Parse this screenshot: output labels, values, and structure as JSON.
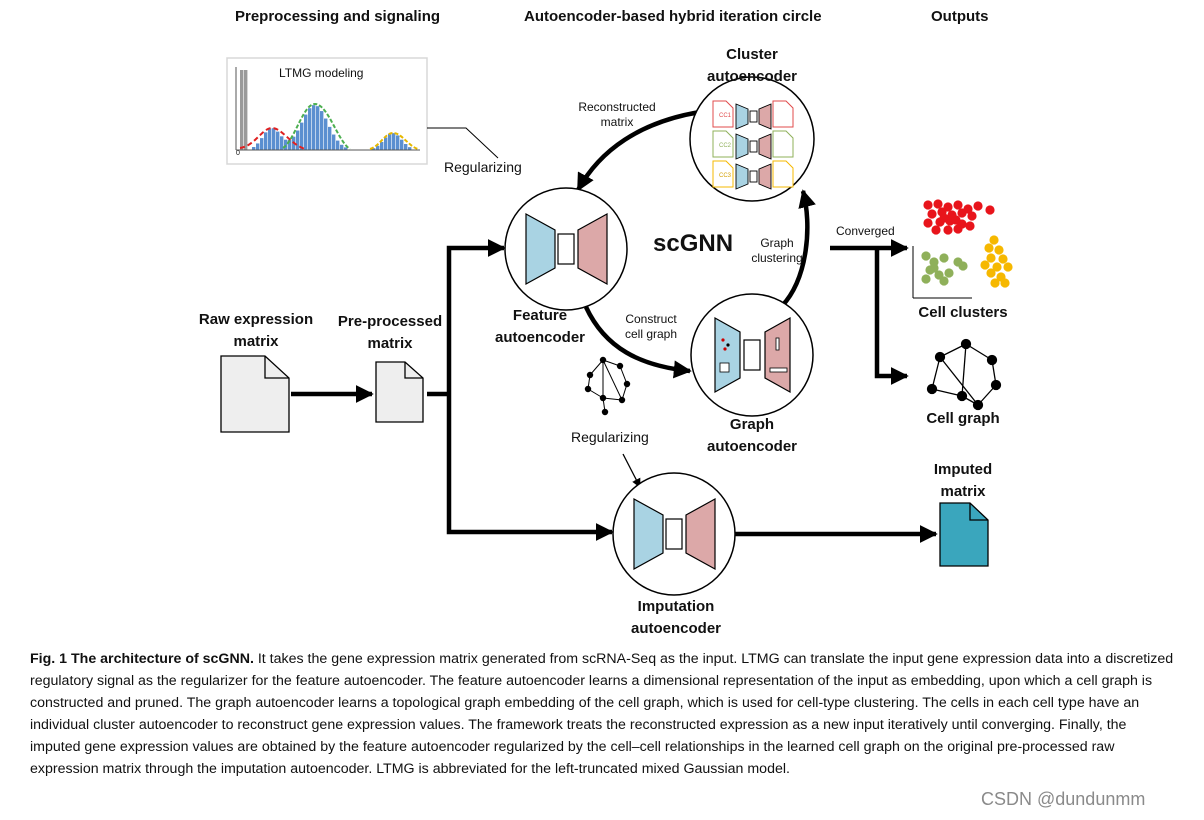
{
  "headers": {
    "preprocessing": "Preprocessing and signaling",
    "autoencoder_circle": "Autoencoder-based hybrid iteration circle",
    "outputs": "Outputs"
  },
  "ltmg": {
    "title": "LTMG modeling",
    "origin": "0"
  },
  "labels": {
    "regularizing_top": "Regularizing",
    "regularizing_bottom": "Regularizing",
    "raw_line1": "Raw expression",
    "raw_line2": "matrix",
    "pre_line1": "Pre-processed",
    "pre_line2": "matrix",
    "feature_line1": "Feature",
    "feature_line2": "autoencoder",
    "cluster_line1": "Cluster",
    "cluster_line2": "autoencoder",
    "graph_line1": "Graph",
    "graph_line2": "autoencoder",
    "imputation_line1": "Imputation",
    "imputation_line2": "autoencoder",
    "reconstructed_line1": "Reconstructed",
    "reconstructed_line2": "matrix",
    "construct_line1": "Construct",
    "construct_line2": "cell graph",
    "graph_clustering_line1": "Graph",
    "graph_clustering_line2": "clustering",
    "scgnn": "scGNN",
    "converged": "Converged",
    "cell_clusters": "Cell clusters",
    "cell_graph": "Cell graph",
    "imputed_line1": "Imputed",
    "imputed_line2": "matrix",
    "cc1": "CC1",
    "cc2": "CC2",
    "cc3": "CC3"
  },
  "caption": {
    "fig_label": "Fig. 1 The architecture of scGNN.",
    "text": "It takes the gene expression matrix generated from scRNA-Seq as the input. LTMG can translate the input gene expression data into a discretized regulatory signal as the regularizer for the feature autoencoder. The feature autoencoder learns a dimensional representation of the input as embedding, upon which a cell graph is constructed and pruned. The graph autoencoder learns a topological graph embedding of the cell graph, which is used for cell-type clustering. The cells in each cell type have an individual cluster autoencoder to reconstruct gene expression values. The framework treats the reconstructed expression as a new input iteratively until converging. Finally, the imputed gene expression values are obtained by the feature autoencoder regularized by the cell–cell relationships in the learned cell graph on the original pre-processed raw expression matrix through the imputation autoencoder. LTMG is abbreviated for the left-truncated mixed Gaussian model."
  },
  "watermark": "CSDN @dundunmm",
  "colors": {
    "encoder_blue": "#a9d3e3",
    "decoder_pink": "#dca8a8",
    "imputed_teal": "#3aa6bd",
    "cluster_red": "#e8141b",
    "cluster_green": "#8fb05a",
    "cluster_yellow": "#f6b800",
    "histogram_blue": "#5b8fd0"
  }
}
